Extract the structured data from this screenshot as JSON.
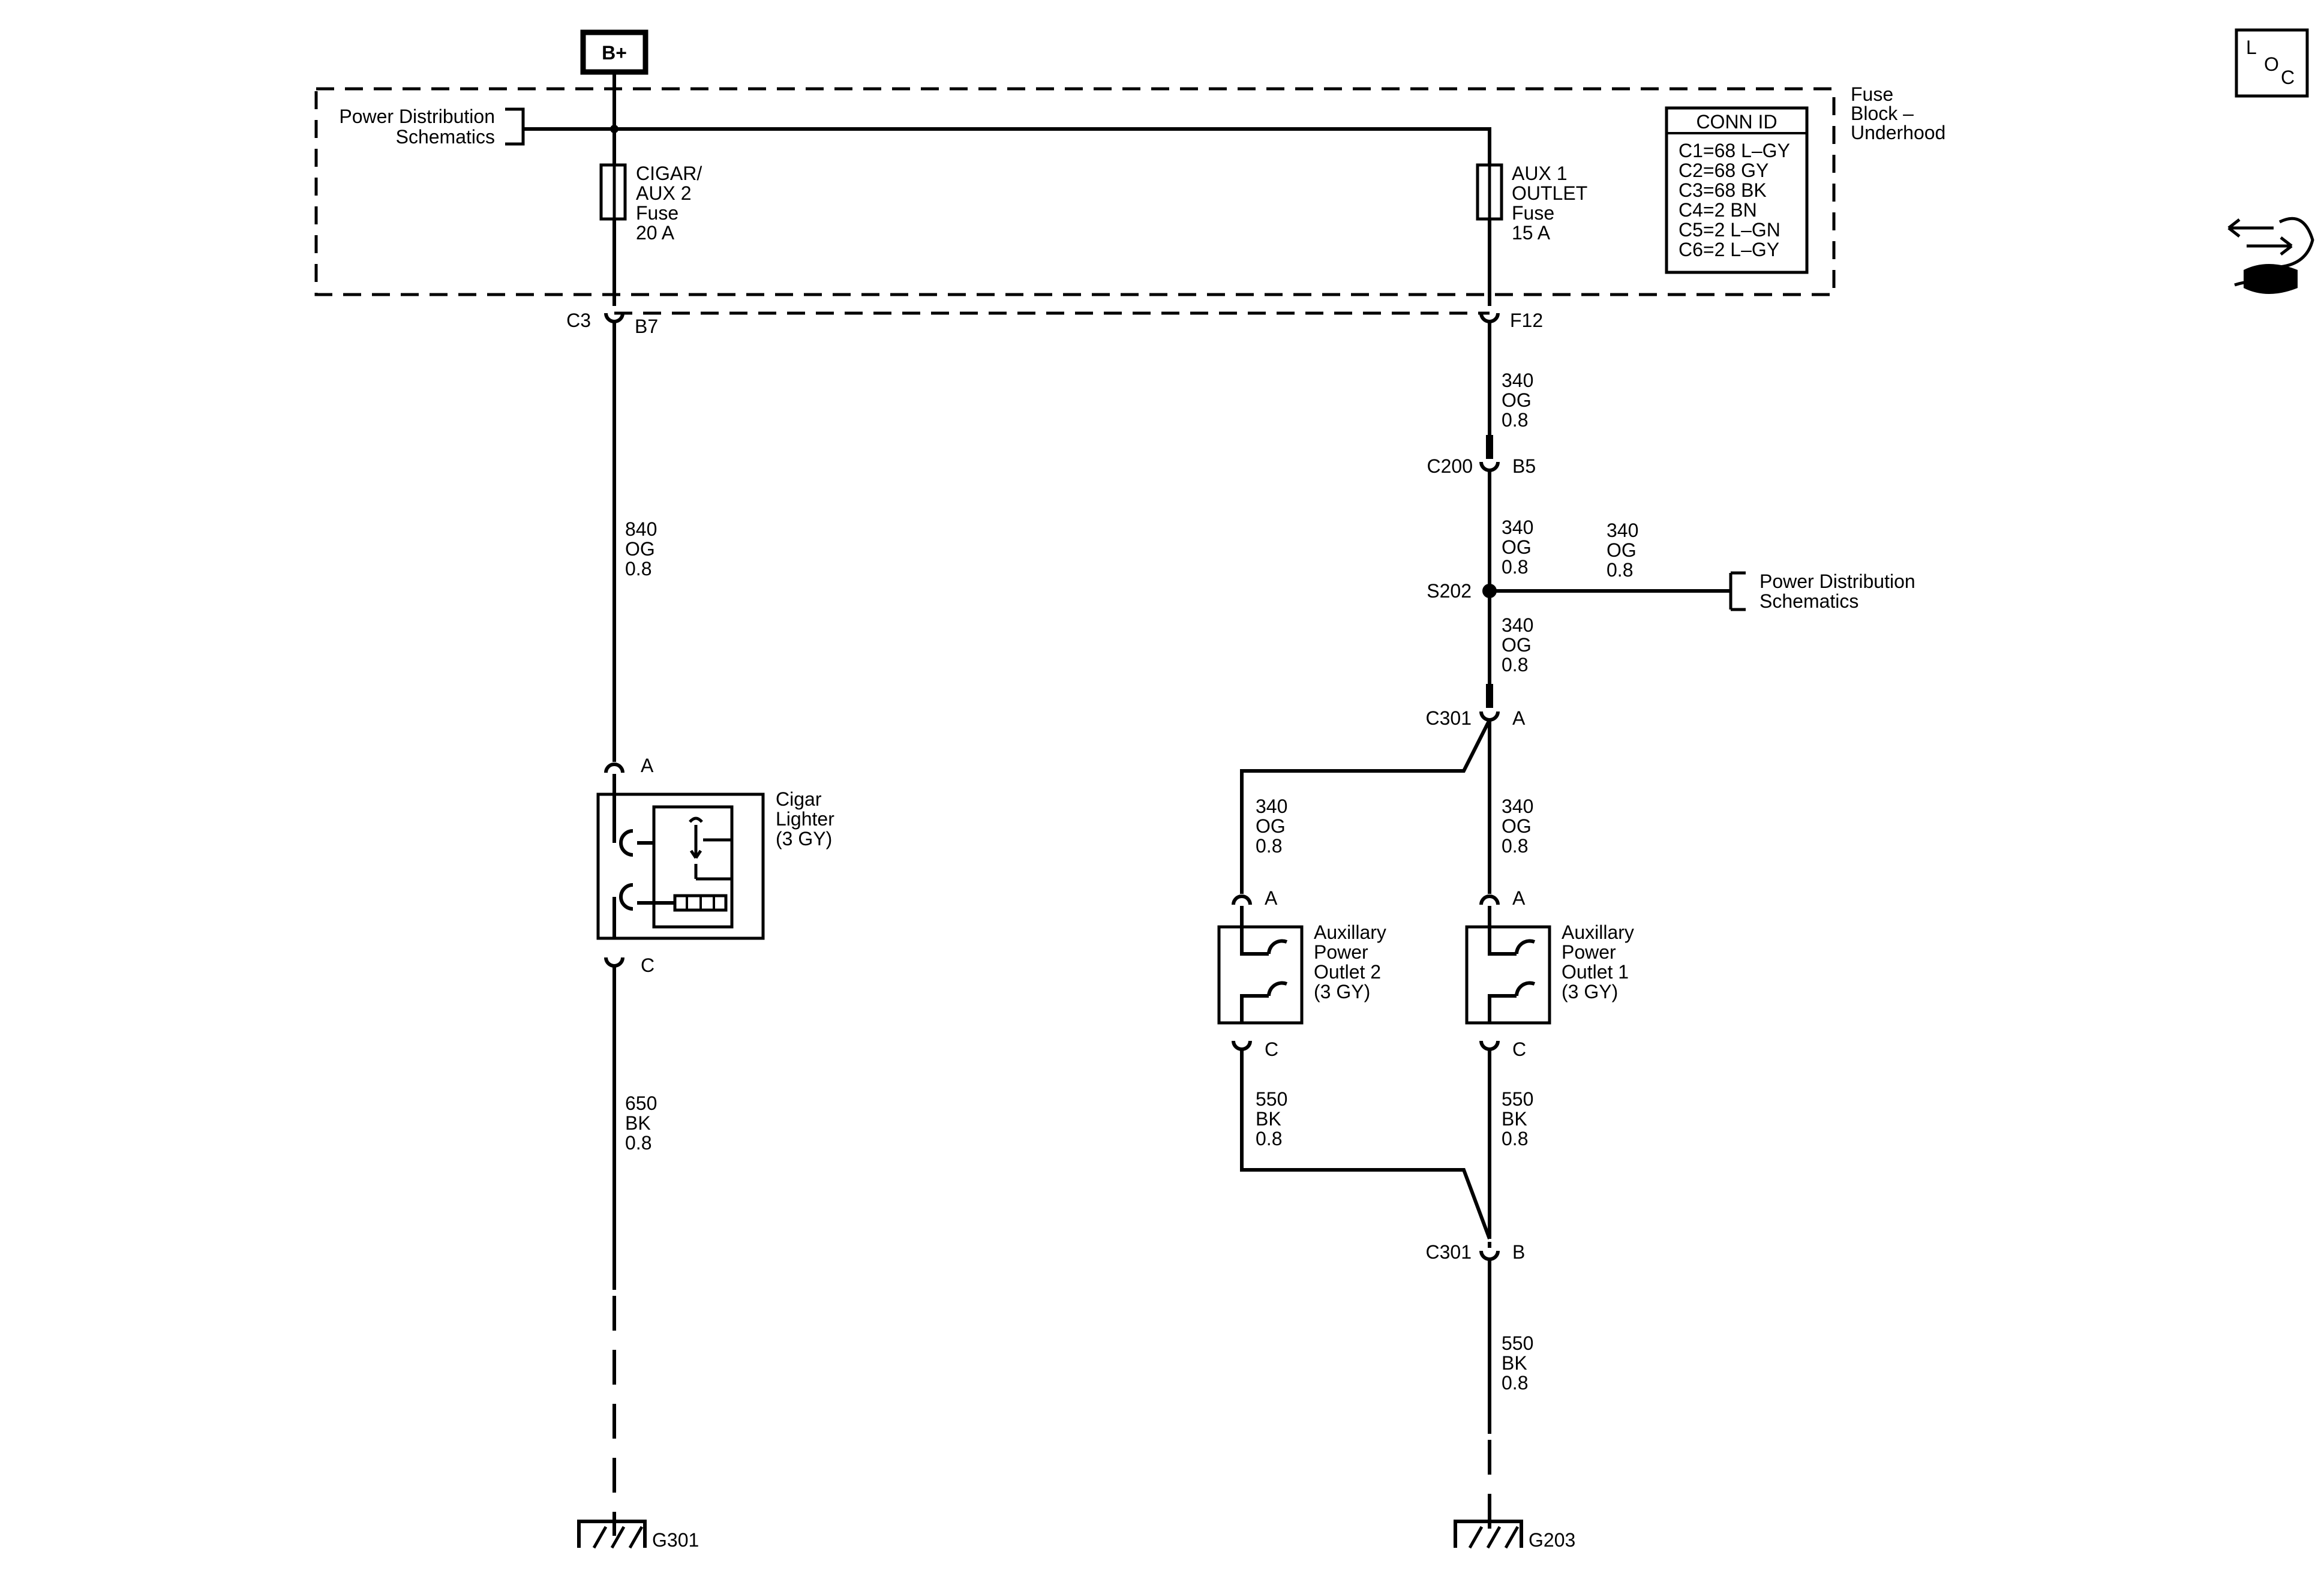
{
  "power_source": "B+",
  "loc_icon": {
    "letters": [
      "L",
      "O",
      "C"
    ]
  },
  "tool_icon": "hand-wrench-icon",
  "fuse_block": {
    "title_lines": [
      "Fuse",
      "Block –",
      "Underhood"
    ],
    "pds_label": [
      "Power Distribution",
      "Schematics"
    ],
    "conn_id": {
      "header": "CONN ID",
      "rows": [
        "C1=68 L–GY",
        "C2=68 GY",
        "C3=68 BK",
        "C4=2 BN",
        "C5=2 L–GN",
        "C6=2 L–GY"
      ]
    },
    "fuse_left": {
      "lines": [
        "CIGAR/",
        "AUX 2",
        "Fuse",
        "20 A"
      ]
    },
    "fuse_right": {
      "lines": [
        "AUX 1",
        "OUTLET",
        "Fuse",
        "15 A"
      ]
    }
  },
  "connectors": {
    "c3_left": "C3",
    "c3_right": "B7",
    "f12": "F12",
    "c200_left": "C200",
    "c200_right": "B5",
    "s202": "S202",
    "c301a_left": "C301",
    "c301a_right": "A",
    "c301b_left": "C301",
    "c301b_right": "B",
    "lighter_a": "A",
    "lighter_c": "C",
    "out2_a": "A",
    "out2_c": "C",
    "out1_a": "A",
    "out1_c": "C"
  },
  "wires": {
    "w840": [
      "840",
      "OG",
      "0.8"
    ],
    "w650": [
      "650",
      "BK",
      "0.8"
    ],
    "w340_f12": [
      "340",
      "OG",
      "0.8"
    ],
    "w340_c200": [
      "340",
      "OG",
      "0.8"
    ],
    "w340_branch": [
      "340",
      "OG",
      "0.8"
    ],
    "w340_s202": [
      "340",
      "OG",
      "0.8"
    ],
    "w340_out2": [
      "340",
      "OG",
      "0.8"
    ],
    "w340_out1": [
      "340",
      "OG",
      "0.8"
    ],
    "w550_out2": [
      "550",
      "BK",
      "0.8"
    ],
    "w550_out1": [
      "550",
      "BK",
      "0.8"
    ],
    "w550_g203": [
      "550",
      "BK",
      "0.8"
    ]
  },
  "pds_right": [
    "Power Distribution",
    "Schematics"
  ],
  "components": {
    "cigar_lighter": [
      "Cigar",
      "Lighter",
      "(3 GY)"
    ],
    "aux_outlet_2": [
      "Auxillary",
      "Power",
      "Outlet 2",
      "(3 GY)"
    ],
    "aux_outlet_1": [
      "Auxillary",
      "Power",
      "Outlet 1",
      "(3 GY)"
    ]
  },
  "grounds": {
    "g301": "G301",
    "g203": "G203"
  }
}
